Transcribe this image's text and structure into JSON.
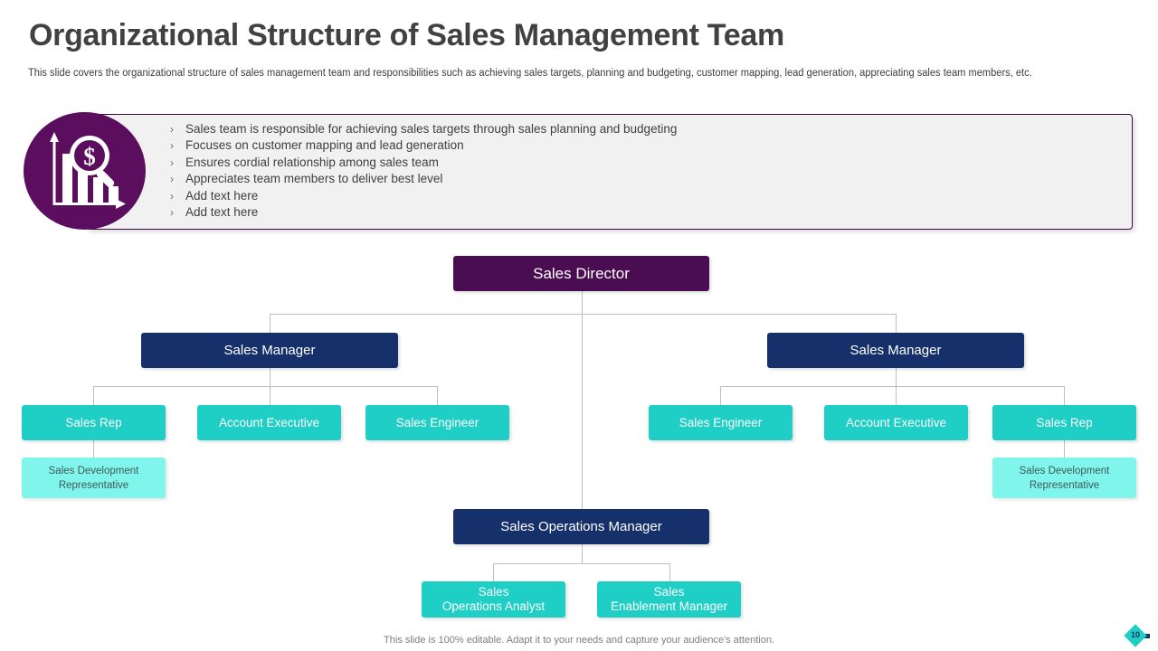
{
  "header": {
    "title": "Organizational Structure of Sales Management Team",
    "subtitle": "This slide covers the organizational structure of sales management team and responsibilities such as achieving sales targets, planning and budgeting, customer mapping, lead generation, appreciating sales team members, etc."
  },
  "icon": {
    "name": "sales-analysis-icon",
    "circle_color": "#5b0e5e",
    "glyph_color": "#ffffff"
  },
  "highlights": {
    "marker": "›",
    "panel_bg": "#f1f1f1",
    "panel_border": "#3c0a41",
    "items": [
      "Sales team is responsible for achieving sales targets through sales planning and budgeting",
      "Focuses on customer mapping and lead generation",
      "Ensures cordial relationship among sales team",
      "Appreciates team members to deliver best level",
      "Add text here",
      "Add text here"
    ]
  },
  "colors": {
    "director": "#4b0d51",
    "manager": "#16306b",
    "teal": "#1fcfc6",
    "mint": "#7ff5ec",
    "connector": "#bfbfbf"
  },
  "org_chart": {
    "director": "Sales Director",
    "left_manager": "Sales Manager",
    "right_manager": "Sales Manager",
    "left_reports": [
      "Sales Rep",
      "Account Executive",
      "Sales Engineer"
    ],
    "right_reports": [
      "Sales Engineer",
      "Account Executive",
      "Sales Rep"
    ],
    "left_sub": {
      "line1": "Sales Development",
      "line2": "Representative"
    },
    "right_sub": {
      "line1": "Sales Development",
      "line2": "Representative"
    },
    "operations_manager": "Sales Operations Manager",
    "operations_reports": [
      {
        "line1": "Sales",
        "line2": "Operations Analyst"
      },
      {
        "line1": "Sales",
        "line2": "Enablement Manager"
      }
    ]
  },
  "footer": {
    "note": "This slide is 100% editable. Adapt it to your needs and capture your audience's attention.",
    "page_number": "10"
  }
}
